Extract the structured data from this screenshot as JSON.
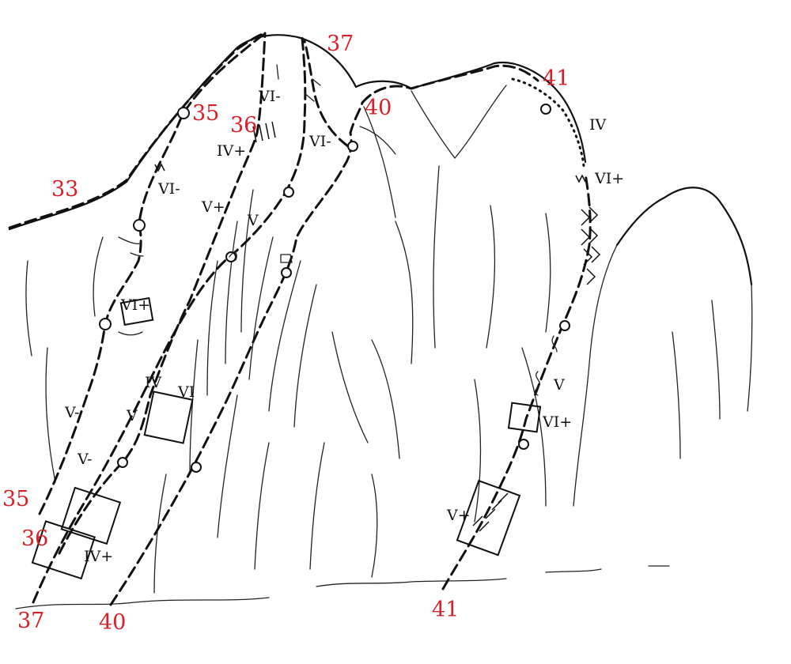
{
  "route_labels": {
    "r33": "33",
    "r35_top": "35",
    "r36_top": "36",
    "r37_top": "37",
    "r40_top": "40",
    "r41_top": "41",
    "r35_base": "35",
    "r36_base": "36",
    "r37_base": "37",
    "r40_base": "40",
    "r41_base": "41"
  },
  "grades": {
    "g_vi_minus_summit": "VI-",
    "g_vi_minus_40": "VI-",
    "g_iv_plus_36": "IV+",
    "g_vi_minus_left": "VI-",
    "g_v_plus_mid": "V+",
    "g_v_37": "V",
    "g_vi_plus_35": "VI+",
    "g_iv_mid": "IV",
    "g_vi_box": "VI",
    "g_v_36": "V",
    "g_v_minus_35": "V-",
    "g_v_minus_low": "V-",
    "g_iv_plus_low": "IV+",
    "g_iv_41": "IV",
    "g_vi_plus_41top": "VI+",
    "g_v_41": "V",
    "g_vi_plus_41box": "VI+",
    "g_v_plus_41": "V+"
  },
  "colors": {
    "route_number": "#d9202a",
    "ink": "#111111"
  }
}
